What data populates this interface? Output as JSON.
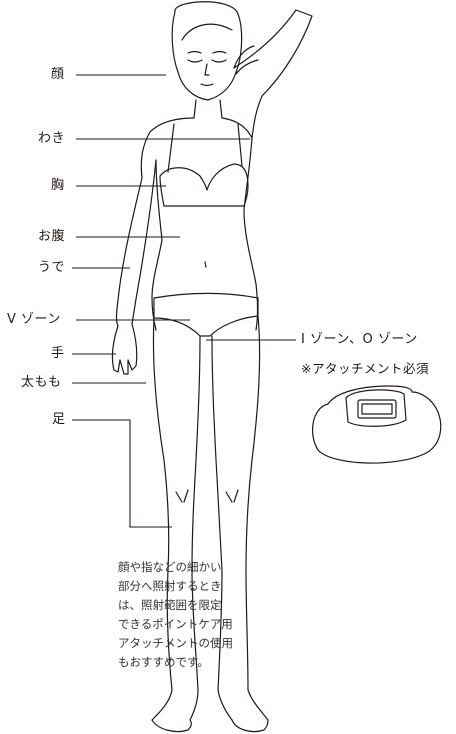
{
  "labels": {
    "face": "顔",
    "underarm": "わき",
    "chest": "胸",
    "belly": "お腹",
    "arm": "うで",
    "vzone": "V ゾーン",
    "hand": "手",
    "thigh": "太もも",
    "leg": "足",
    "io_zone": "I ゾーン、O ゾーン",
    "attachment_required": "※アタッチメント必須"
  },
  "note_lines": [
    "顔や指などの細かい",
    "部分へ照射するとき",
    "は、照射範囲を限定",
    "できるポイントケア用",
    "アタッチメントの使用",
    "もおすすめです。"
  ]
}
